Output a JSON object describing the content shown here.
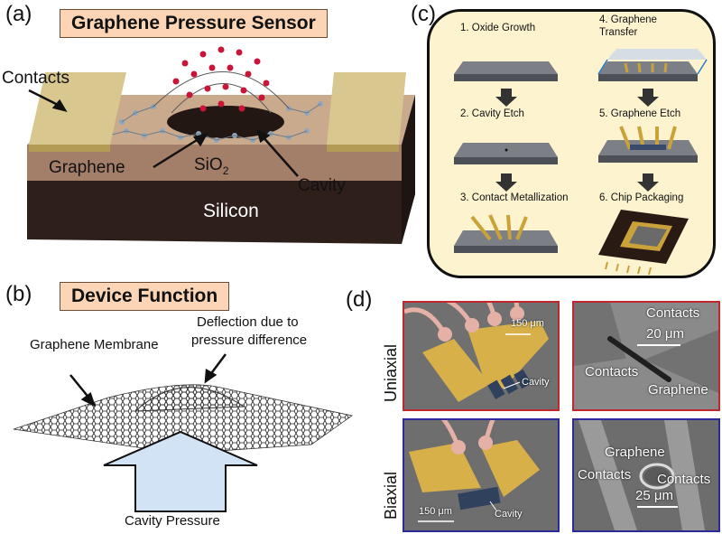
{
  "panel_a": {
    "letter": "(a)",
    "title": "Graphene Pressure Sensor",
    "labels": {
      "contacts": "Contacts",
      "graphene": "Graphene",
      "sio2_main": "SiO",
      "sio2_sub": "2",
      "cavity": "Cavity",
      "silicon": "Silicon"
    }
  },
  "panel_b": {
    "letter": "(b)",
    "title": "Device Function",
    "labels": {
      "membrane": "Graphene Membrane",
      "deflection_line1": "Deflection due to",
      "deflection_line2": "pressure difference",
      "cavity_pressure": "Cavity Pressure"
    }
  },
  "panel_c": {
    "letter": "(c)",
    "steps": [
      {
        "text": "1. Oxide Growth"
      },
      {
        "text": "2. Cavity Etch"
      },
      {
        "text": "3. Contact Metallization"
      },
      {
        "text_line1": "4. Graphene",
        "text_line2": "Transfer"
      },
      {
        "text": "5. Graphene Etch"
      },
      {
        "text": "6. Chip Packaging"
      }
    ]
  },
  "panel_d": {
    "letter": "(d)",
    "row_labels": {
      "uniaxial": "Uniaxial",
      "biaxial": "Biaxial"
    },
    "uniaxial_left": {
      "scale": "150 μm",
      "cavity": "Cavity"
    },
    "uniaxial_right": {
      "contacts_top": "Contacts",
      "scale": "20 μm",
      "contacts_bottom": "Contacts",
      "graphene": "Graphene"
    },
    "biaxial_left": {
      "scale": "150 μm",
      "cavity": "Cavity"
    },
    "biaxial_right": {
      "graphene": "Graphene",
      "contacts_left": "Contacts",
      "contacts_right": "Contacts",
      "scale": "25 μm"
    }
  },
  "colors": {
    "title_fill": "#fbd5b5",
    "red_frame": "#c0282d",
    "blue_frame": "#2a2a9a",
    "panel_c_bg": "#fdf3cf",
    "gold": "#d9b24a",
    "arrow_fill": "#d2e3f5"
  }
}
